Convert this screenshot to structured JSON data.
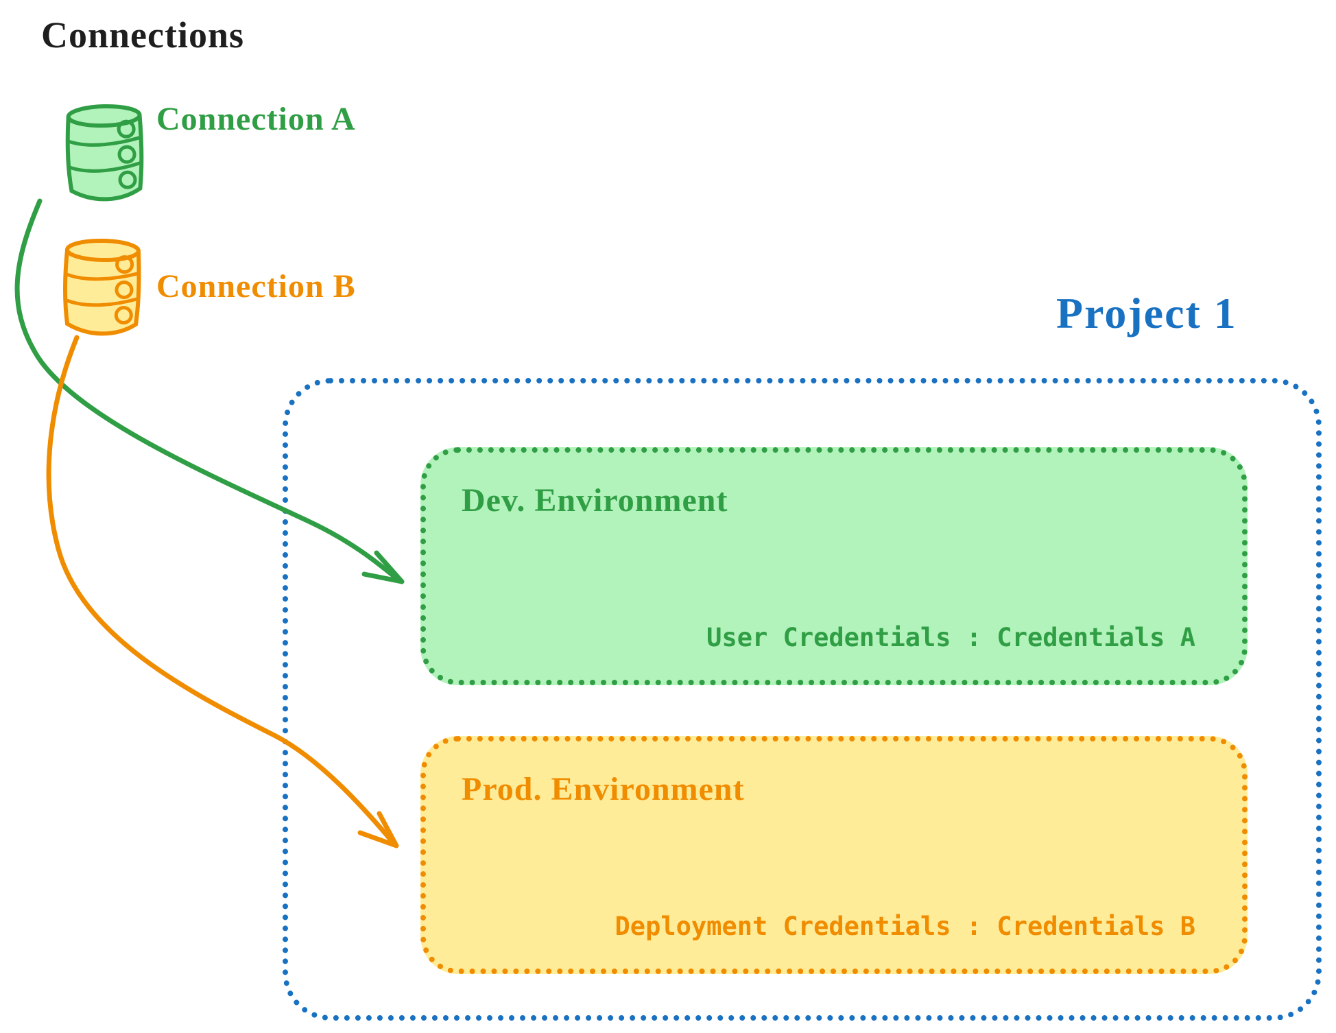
{
  "title": "Connections",
  "colors": {
    "text_black": "#1e1e1e",
    "green_stroke": "#2f9e44",
    "green_fill": "#b2f2bb",
    "orange_stroke": "#f08c00",
    "orange_fill": "#ffec99",
    "blue_stroke": "#1971c2"
  },
  "connections": [
    {
      "label": "Connection A",
      "icon": "database-icon",
      "color": "#2f9e44"
    },
    {
      "label": "Connection B",
      "icon": "database-icon",
      "color": "#f08c00"
    }
  ],
  "project": {
    "label": "Project 1",
    "environments": [
      {
        "name": "Dev. Environment",
        "credentials_label": "User Credentials : Credentials A",
        "linked_connection": "Connection A"
      },
      {
        "name": "Prod. Environment",
        "credentials_label": "Deployment Credentials : Credentials B",
        "linked_connection": "Connection B"
      }
    ]
  }
}
